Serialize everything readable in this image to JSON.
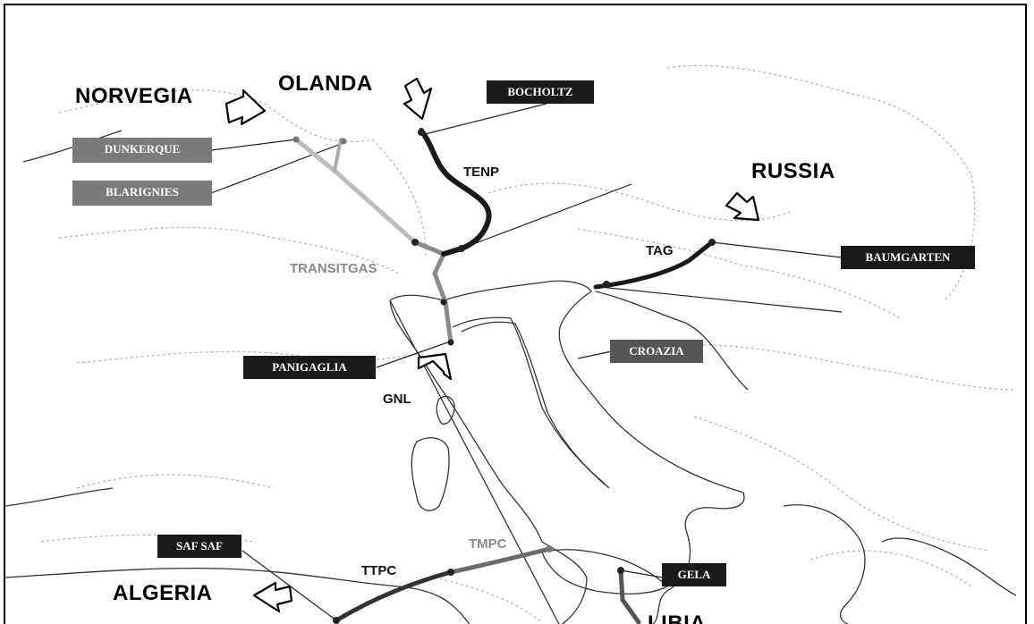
{
  "map": {
    "countries": {
      "norway": "NORVEGIA",
      "netherlands": "OLANDA",
      "russia": "RUSSIA",
      "algeria": "ALGERIA",
      "libya": "LIBIA"
    },
    "pipelines": {
      "tenp": "TENP",
      "transitgas": "TRANSITGAS",
      "tag": "TAG",
      "gnl": "GNL",
      "ttpc": "TTPC",
      "tmpc": "TMPC"
    },
    "stations": {
      "bocholtz": "BOCHOLTZ",
      "dunkerque": "DUNKERQUE",
      "blarignies": "BLARIGNIES",
      "baumgarten": "BAUMGARTEN",
      "panigaglia": "PANIGAGLIA",
      "croazia": "CROAZIA",
      "saf_saf": "SAF SAF",
      "gela": "GELA"
    },
    "colors": {
      "pipeline_dark": "#1a1a1a",
      "pipeline_grey": "#8a8a8a",
      "pipeline_light": "#bdbdbd",
      "border": "#b0b0b0",
      "coast": "#333333"
    }
  }
}
